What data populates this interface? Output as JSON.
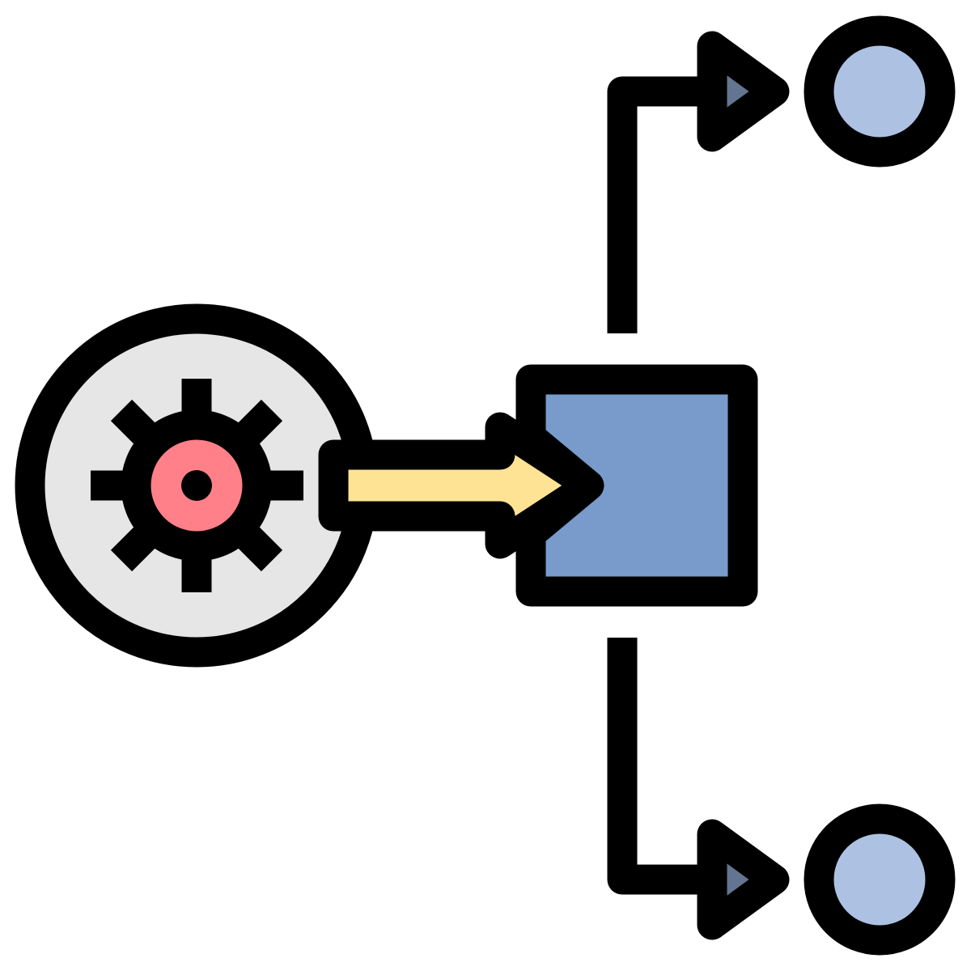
{
  "diagram": {
    "kind": "process-distribution-icon",
    "nodes": [
      {
        "id": "source",
        "shape": "circle",
        "icon": "virus-icon"
      },
      {
        "id": "processor",
        "shape": "square"
      },
      {
        "id": "output-top",
        "shape": "circle"
      },
      {
        "id": "output-bottom",
        "shape": "circle"
      }
    ],
    "edges": [
      {
        "from": "source",
        "to": "processor",
        "style": "block-arrow"
      },
      {
        "from": "processor",
        "to": "output-top",
        "style": "elbow-arrow"
      },
      {
        "from": "processor",
        "to": "output-bottom",
        "style": "elbow-arrow"
      }
    ]
  },
  "colors": {
    "outline": "#000000",
    "background": "#ffffff",
    "source_fill": "#e6e6e6",
    "virus_fill": "#ff8088",
    "arrow_fill": "#ffe395",
    "processor_fill": "#789bcc",
    "output_fill": "#adc2e3",
    "arrowhead_fill": "#647591"
  }
}
